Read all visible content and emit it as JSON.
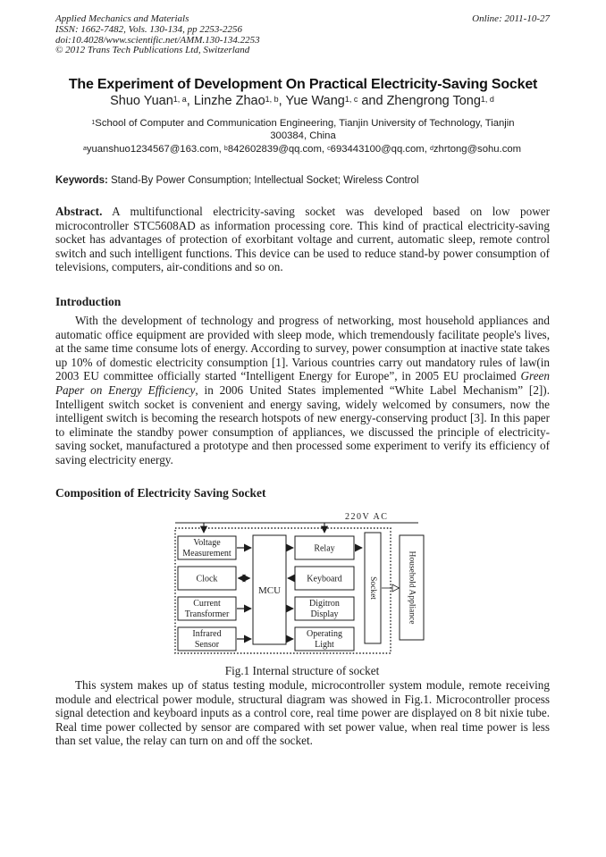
{
  "header": {
    "journal": "Applied Mechanics and Materials",
    "issn_line": "ISSN: 1662-7482, Vols. 130-134, pp 2253-2256",
    "doi_line": "doi:10.4028/www.scientific.net/AMM.130-134.2253",
    "copyright_line": "© 2012 Trans Tech Publications Ltd, Switzerland",
    "online_date": "Online: 2011-10-27"
  },
  "title": "The Experiment of Development On Practical Electricity-Saving Socket",
  "authors": {
    "list": [
      {
        "name": "Shuo Yuan",
        "sup": "1, a",
        "sep": ", "
      },
      {
        "name": "Linzhe Zhao",
        "sup": "1, b",
        "sep": ", "
      },
      {
        "name": "Yue Wang",
        "sup": "1, c",
        "sep": " and "
      },
      {
        "name": "Zhengrong Tong",
        "sup": "1, d",
        "sep": ""
      }
    ]
  },
  "affiliation": {
    "sup": "1",
    "text": "School of Computer and Communication Engineering, Tianjin University of Technology, Tianjin 300384, China"
  },
  "emails": {
    "list": [
      {
        "sup": "a",
        "address": "yuanshuo1234567@163.com",
        "sep": ", "
      },
      {
        "sup": "b",
        "address": "842602839@qq.com",
        "sep": ", "
      },
      {
        "sup": "c",
        "address": "693443100@qq.com",
        "sep": ", "
      },
      {
        "sup": "d",
        "address": "zhrtong@sohu.com",
        "sep": ""
      }
    ]
  },
  "keywords": {
    "label": "Keywords:",
    "text": " Stand-By Power Consumption; Intellectual Socket; Wireless Control"
  },
  "abstract": {
    "label": "Abstract.",
    "text": " A multifunctional electricity-saving socket was developed based on low power microcontroller STC5608AD as information processing core. This kind of practical electricity-saving socket has advantages of protection of exorbitant voltage and current, automatic sleep, remote control switch and such intelligent functions. This device can be used to reduce stand-by power consumption of televisions, computers, air-conditions and so on."
  },
  "introduction": {
    "heading": "Introduction",
    "para_before_italic": "With the development of technology and progress of networking, most household appliances and automatic office equipment are provided with sleep mode, which tremendously facilitate people's lives, at the same time consume lots of energy. According to survey, power consumption at inactive state takes up 10% of domestic electricity consumption [1]. Various countries carry out mandatory rules of law(in 2003 EU committee officially started “Intelligent Energy for Europe”, in 2005 EU proclaimed ",
    "italic_phrase": "Green Paper on Energy Efficiency",
    "para_after_italic": ", in 2006 United States implemented “White Label Mechanism” [2]). Intelligent switch socket is convenient and energy saving, widely welcomed by consumers, now the intelligent switch is becoming the research hotspots of new energy-conserving product [3]. In this paper to eliminate the standby power consumption of appliances, we discussed the principle of electricity-saving socket, manufactured a prototype and then processed some experiment to verify its efficiency of saving electricity energy."
  },
  "composition": {
    "heading": "Composition of Electricity Saving Socket",
    "figure": {
      "power_label": "220V AC",
      "left_modules": [
        [
          "Voltage",
          "Measurement"
        ],
        [
          "Clock"
        ],
        [
          "Current",
          "Transformer"
        ],
        [
          "Infrared",
          "Sensor"
        ]
      ],
      "center_module": "MCU",
      "right_modules": [
        [
          "Relay"
        ],
        [
          "Keyboard"
        ],
        [
          "Digitron",
          "Display"
        ],
        [
          "Operating",
          "Light"
        ]
      ],
      "socket_label": "Socket",
      "appliance_label": "Household Appliance",
      "caption": "Fig.1 Internal structure of socket"
    },
    "para": "This system makes up of status testing module, microcontroller system module, remote receiving module and electrical power module, structural diagram was showed in Fig.1. Microcontroller process signal detection and keyboard inputs as a control core, real time power are displayed on 8 bit nixie tube. Real time power collected by sensor are compared with set power value, when real time power is less than set value, the relay can turn on and off the socket."
  }
}
